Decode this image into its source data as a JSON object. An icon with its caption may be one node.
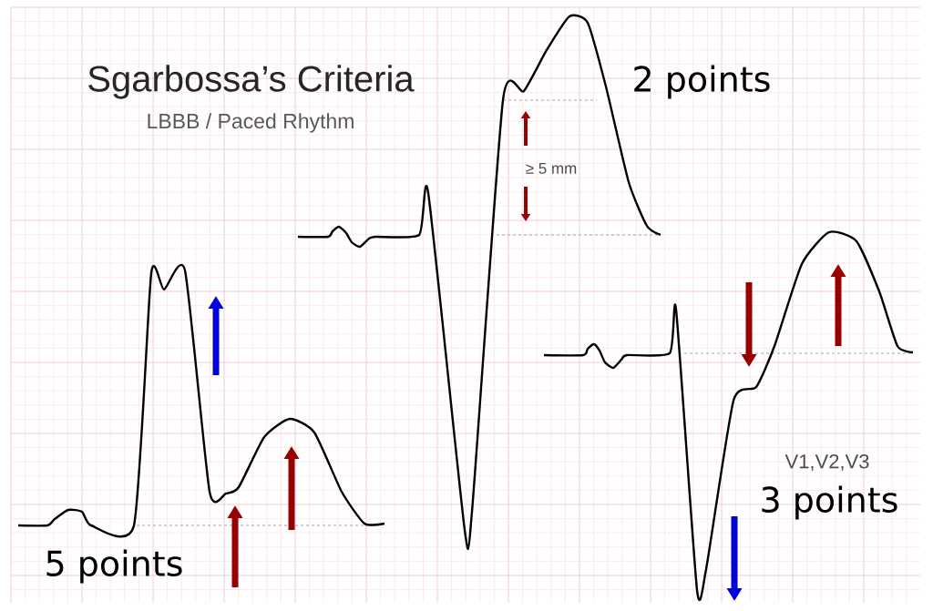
{
  "diagram": {
    "title": "Sgarbossa’s Criteria",
    "labels": [
      "LBBB / Paced Rhythm",
      "2 points",
      "≥ 5 mm",
      "V1,V2,V3",
      "3 points",
      "5 points"
    ]
  }
}
